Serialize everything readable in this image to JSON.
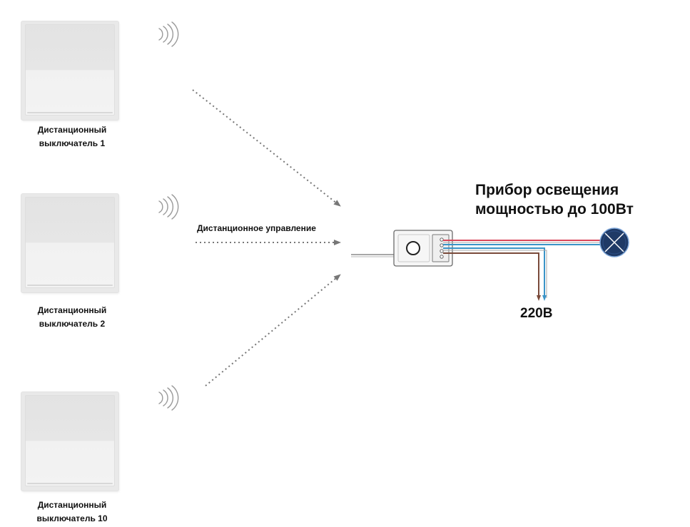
{
  "switches": [
    {
      "line1": "Дистанционный",
      "line2": "выключатель 1"
    },
    {
      "line1": "Дистанционный",
      "line2": "выключатель 2"
    },
    {
      "line1": "Дистанционный",
      "line2": "выключатель 10"
    }
  ],
  "remote_label": "Дистанционное управление",
  "lamp_label": {
    "line1": "Прибор освещения",
    "line2": "мощностью до 100Вт"
  },
  "voltage_label": "220В",
  "colors": {
    "phase_wire": "#d9465a",
    "neutral_wire": "#3a94c8",
    "brown_wire": "#7a4a3a",
    "lamp_fill": "#1f3a66",
    "arrow": "#777777"
  },
  "icons": [
    "wifi-signal-icon",
    "lamp-icon",
    "receiver-module-icon",
    "switch-icon"
  ]
}
